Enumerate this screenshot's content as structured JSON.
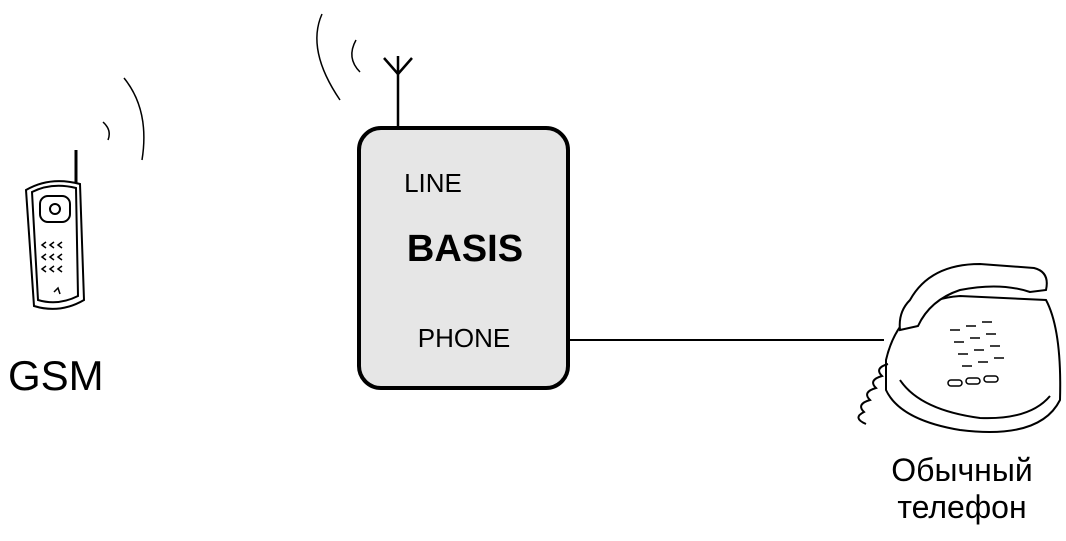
{
  "labels": {
    "gsm": "GSM",
    "line": "LINE",
    "basis": "BASIS",
    "phone": "PHONE",
    "landline_line1": "Обычный",
    "landline_line2": "телефон"
  },
  "colors": {
    "stroke": "#000000",
    "box_fill": "#e6e6e6",
    "background": "#ffffff"
  },
  "icons": {
    "mobile": "gsm-phone-icon",
    "antenna": "antenna-icon",
    "desk_phone": "desk-telephone-icon"
  }
}
